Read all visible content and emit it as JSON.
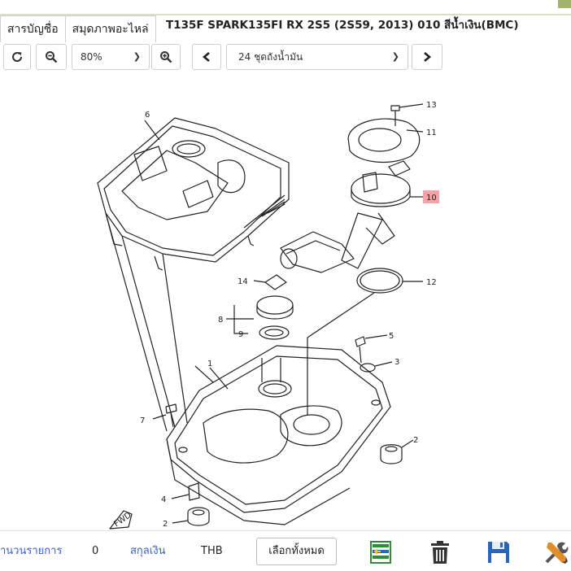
{
  "tabs": [
    {
      "label": "สารบัญชื่อ"
    },
    {
      "label": "สมุดภาพอะไหล่"
    }
  ],
  "title": "T135F SPARK135FI RX 2S5 (2S59, 2013) 010 สีน้ำเงิน(BMC)",
  "toolbar": {
    "zoom_value": "80%",
    "section_value": "24 ชุดถังน้ำมัน"
  },
  "diagram": {
    "callouts": [
      "1",
      "2",
      "2",
      "3",
      "4",
      "5",
      "6",
      "7",
      "8",
      "9",
      "10",
      "11",
      "12",
      "13",
      "14"
    ],
    "highlighted": "10",
    "highlight_color": "#f4a3a8",
    "fwd_label": "FWD"
  },
  "footer": {
    "count_label": "านวนรายการ",
    "count_value": "0",
    "currency_label": "สกุลเงิน",
    "currency_value": "THB",
    "select_all": "เลือกทั้งหมด"
  },
  "colors": {
    "link_blue": "#3d5ec2",
    "accent_green": "#a4b36b",
    "icon_green": "#2f8c3a",
    "icon_blue": "#2a66b8"
  },
  "icons": [
    "refresh-icon",
    "zoom-out-icon",
    "chevron-down-icon",
    "zoom-in-icon",
    "chevron-left-icon",
    "chevron-right-icon",
    "cart-list-icon",
    "trash-icon",
    "save-icon",
    "tools-icon"
  ]
}
